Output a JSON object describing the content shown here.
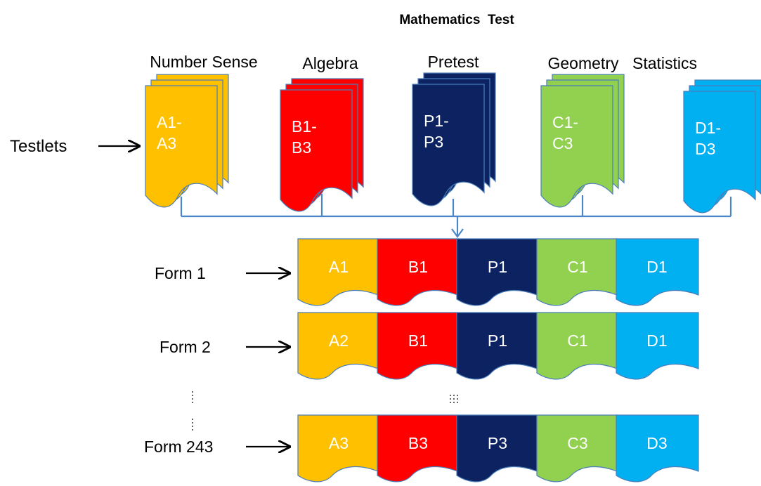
{
  "title": "Mathematics  Test",
  "row_label_testlets": "Testlets",
  "colors": {
    "yellow": "#FFC000",
    "red": "#FF0000",
    "navy": "#0D2260",
    "green": "#92D050",
    "blue": "#00B0F0",
    "border": "#4A7EBB",
    "connector": "#4A86C8"
  },
  "categories": [
    {
      "name": "Number Sense",
      "color": "yellow"
    },
    {
      "name": "Algebra",
      "color": "red"
    },
    {
      "name": "Pretest",
      "color": "navy"
    },
    {
      "name": "Geometry",
      "color": "green"
    },
    {
      "name": "Statistics",
      "color": "blue"
    }
  ],
  "testlets": [
    {
      "line1": "A1-",
      "line2": "A3",
      "color": "yellow"
    },
    {
      "line1": "B1-",
      "line2": "B3",
      "color": "red"
    },
    {
      "line1": "P1-",
      "line2": "P3",
      "color": "navy"
    },
    {
      "line1": "C1-",
      "line2": "C3",
      "color": "green"
    },
    {
      "line1": "D1-",
      "line2": "D3",
      "color": "blue"
    }
  ],
  "forms": [
    {
      "label": "Form 1",
      "cells": [
        "A1",
        "B1",
        "P1",
        "C1",
        "D1"
      ]
    },
    {
      "label": "Form 2",
      "cells": [
        "A2",
        "B1",
        "P1",
        "C1",
        "D1"
      ]
    },
    {
      "label": "Form 243",
      "cells": [
        "A3",
        "B3",
        "P3",
        "C3",
        "D3"
      ]
    }
  ]
}
